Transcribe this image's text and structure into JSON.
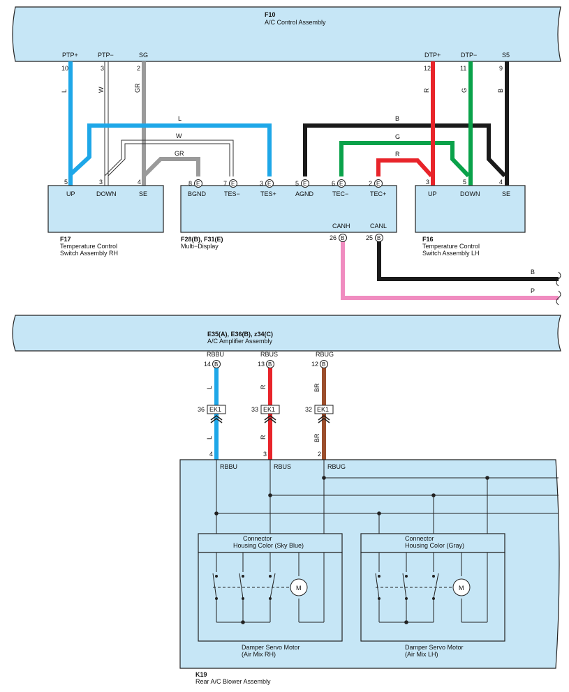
{
  "top": {
    "f10": {
      "code": "F10",
      "name": "A/C Control Assembly"
    },
    "f10_pins": [
      {
        "name": "PTP+",
        "num": "10",
        "color": "L"
      },
      {
        "name": "PTP−",
        "num": "3",
        "color": "W"
      },
      {
        "name": "SG",
        "num": "2",
        "color": "GR"
      },
      {
        "name": "DTP+",
        "num": "12",
        "color": "R"
      },
      {
        "name": "DTP−",
        "num": "11",
        "color": "G"
      },
      {
        "name": "S5",
        "num": "9",
        "color": "B"
      }
    ],
    "middle_wire_labels": {
      "l": "L",
      "w": "W",
      "gr": "GR",
      "b": "B",
      "g": "G",
      "r": "R"
    },
    "f17": {
      "code": "F17",
      "line1": "Temperature Control",
      "line2": "Switch Assembly RH",
      "pins": [
        {
          "name": "UP",
          "num": "5"
        },
        {
          "name": "DOWN",
          "num": "3"
        },
        {
          "name": "SE",
          "num": "4"
        }
      ]
    },
    "f28": {
      "code": "F28(B), F31(E)",
      "name": "Multi−Display",
      "pins": [
        {
          "name": "BGND",
          "num": "8",
          "tag": "E"
        },
        {
          "name": "TES−",
          "num": "7",
          "tag": "E"
        },
        {
          "name": "TES+",
          "num": "3",
          "tag": "E"
        },
        {
          "name": "AGND",
          "num": "5",
          "tag": "E"
        },
        {
          "name": "TEC−",
          "num": "6",
          "tag": "E"
        },
        {
          "name": "TEC+",
          "num": "2",
          "tag": "E"
        }
      ],
      "bottom_pins": [
        {
          "name": "CANH",
          "num": "26",
          "tag": "B"
        },
        {
          "name": "CANL",
          "num": "25",
          "tag": "B"
        }
      ]
    },
    "f16": {
      "code": "F16",
      "line1": "Temperature Control",
      "line2": "Switch Assembly LH",
      "pins": [
        {
          "name": "UP",
          "num": "3"
        },
        {
          "name": "DOWN",
          "num": "5"
        },
        {
          "name": "SE",
          "num": "4"
        }
      ]
    },
    "can_wire_labels": {
      "b": "B",
      "p": "P"
    }
  },
  "bottom": {
    "amp": {
      "code": "E35(A), E36(B), z34(C)",
      "name": "A/C Amplifier Assembly"
    },
    "amp_pins": [
      {
        "name": "RBBU",
        "num": "14",
        "tag": "B",
        "color": "L",
        "junction": "EK1",
        "jnum": "36",
        "color2": "L",
        "knum": "4"
      },
      {
        "name": "RBUS",
        "num": "13",
        "tag": "B",
        "color": "R",
        "junction": "EK1",
        "jnum": "33",
        "color2": "R",
        "knum": "3"
      },
      {
        "name": "RBUG",
        "num": "12",
        "tag": "B",
        "color": "BR",
        "junction": "EK1",
        "jnum": "32",
        "color2": "BR",
        "knum": "2"
      }
    ],
    "k19": {
      "code": "K19",
      "name": "Rear A/C Blower Assembly",
      "pins": [
        {
          "name": "RBBU"
        },
        {
          "name": "RBUS"
        },
        {
          "name": "RBUG"
        }
      ]
    },
    "motor_rh": {
      "h1": "Connector",
      "h2": "Housing Color (Sky Blue)",
      "name1": "Damper Servo Motor",
      "name2": "(Air Mix RH)",
      "symbol": "M"
    },
    "motor_lh": {
      "h1": "Connector",
      "h2": "Housing Color (Gray)",
      "name1": "Damper Servo Motor",
      "name2": "(Air Mix LH)",
      "symbol": "M"
    }
  },
  "colors": {
    "L": "#1ea7e8",
    "W": "#ffffff",
    "GR": "#9a9a9a",
    "R": "#e8242a",
    "G": "#0aa24a",
    "B": "#1a1a1a",
    "P": "#f08cc0",
    "BR": "#9b4e2c",
    "panel": "#c6e6f6"
  }
}
